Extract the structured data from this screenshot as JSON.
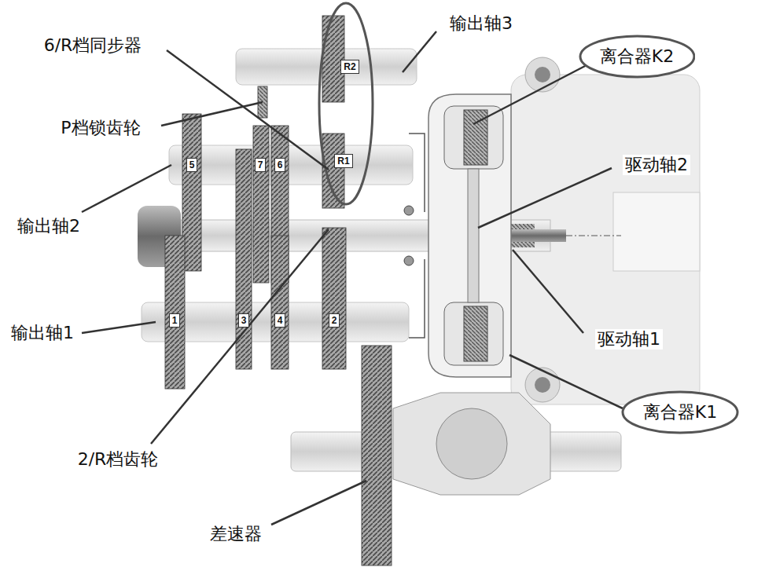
{
  "diagram": {
    "nodes": [
      {
        "text": [
          "离合器K2"
        ]
      },
      {
        "text": [
          "离合器K1"
        ]
      }
    ],
    "labels": [
      "6/R档同步器",
      "输出轴3",
      "P档锁齿轮",
      "5",
      "7",
      "6",
      "R2",
      "R1",
      "输出轴2",
      "驱动轴2",
      "1",
      "3",
      "4",
      "2",
      "输出轴1",
      "驱动轴1",
      "2/R档齿轮",
      "差速器"
    ]
  }
}
